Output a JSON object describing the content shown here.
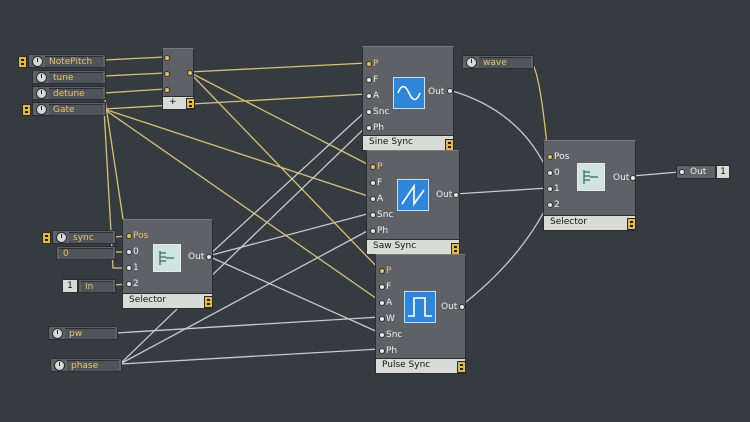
{
  "controls": {
    "notepitch": "NotePitch",
    "tune": "tune",
    "detune": "detune",
    "gate": "Gate",
    "sync": "sync",
    "sync_value": "0",
    "in_label": "In",
    "in_value": "1",
    "pw": "pw",
    "phase": "phase",
    "wave": "wave"
  },
  "adder": {
    "label": "+"
  },
  "sine": {
    "title": "Sine Sync",
    "ports": [
      "P",
      "F",
      "A",
      "Snc",
      "Ph"
    ],
    "out": "Out"
  },
  "saw": {
    "title": "Saw Sync",
    "ports": [
      "P",
      "F",
      "A",
      "Snc",
      "Ph"
    ],
    "out": "Out"
  },
  "pulse": {
    "title": "Pulse Sync",
    "ports": [
      "P",
      "F",
      "A",
      "W",
      "Snc",
      "Ph"
    ],
    "out": "Out"
  },
  "selector_left": {
    "title": "Selector",
    "ports": [
      "Pos",
      "0",
      "1",
      "2"
    ],
    "out": "Out"
  },
  "selector_right": {
    "title": "Selector",
    "ports": [
      "Pos",
      "0",
      "1",
      "2"
    ],
    "out": "Out"
  },
  "output": {
    "label": "Out",
    "number": "1"
  },
  "colors": {
    "background": "#363b40",
    "module": "#5e6267",
    "wire_gold": "#d8c07a",
    "wire_white": "#c8cacc",
    "accent_blue": "#2f86d8",
    "accent_yellow": "#e0b84e"
  }
}
